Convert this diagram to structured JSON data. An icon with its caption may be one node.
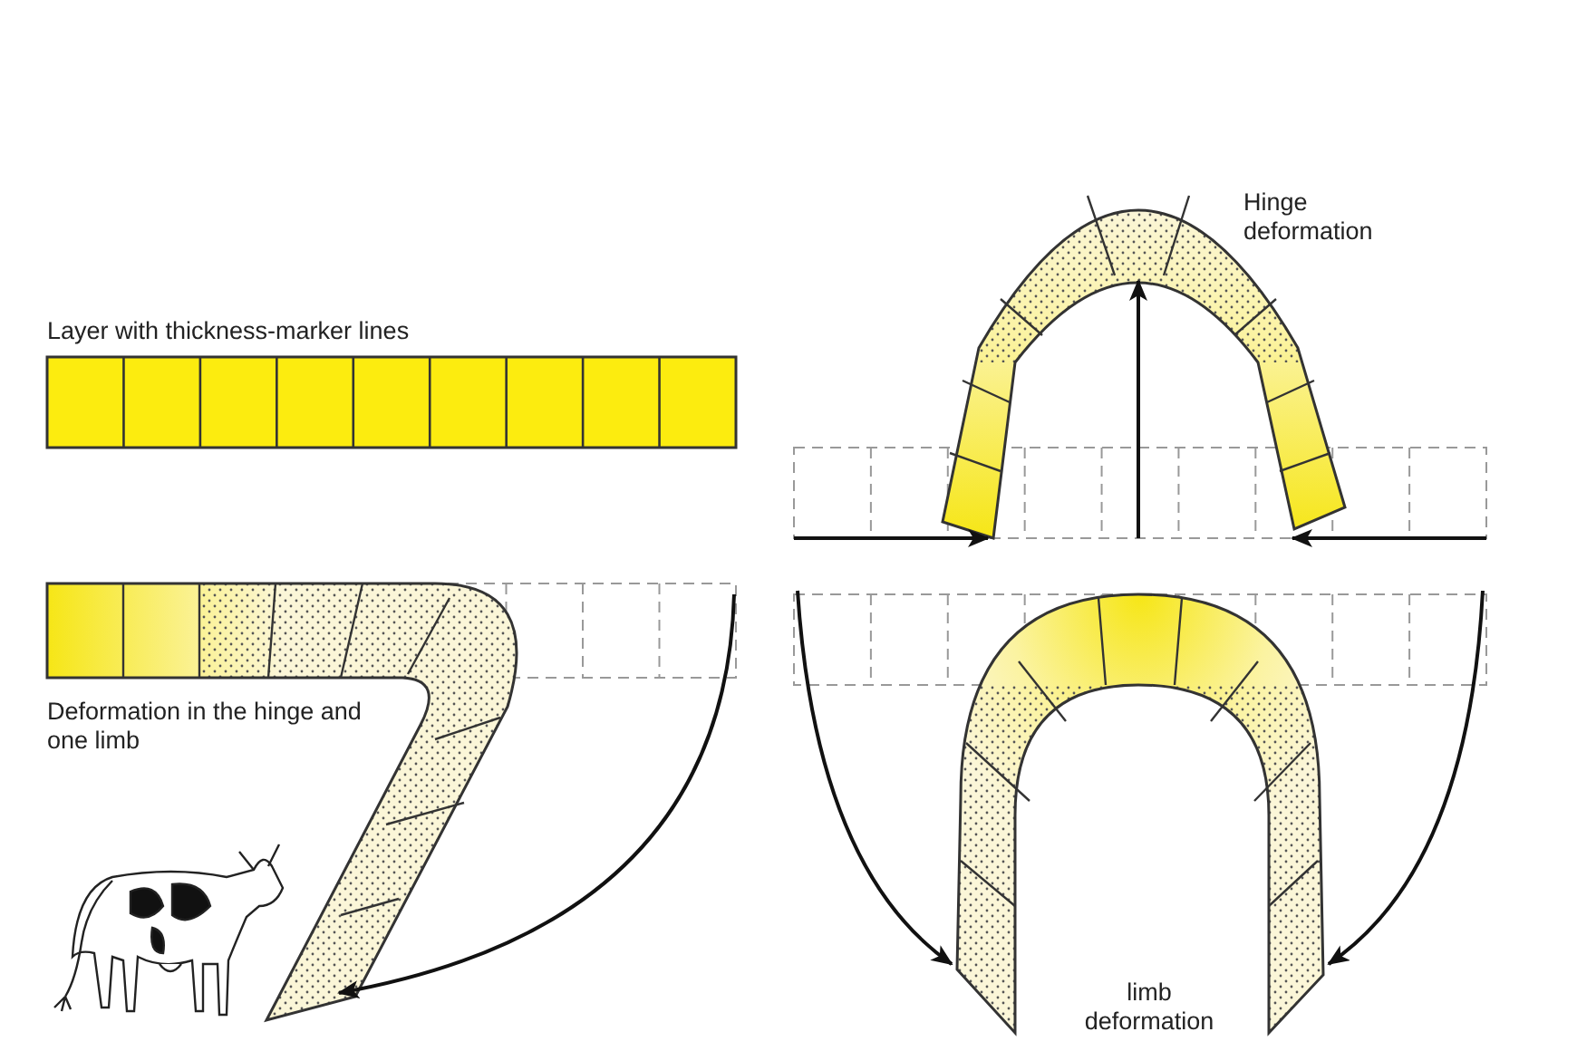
{
  "diagram": {
    "labels": [
      "Hinge deformation",
      "Layer with thickness-marker lines",
      "Deformation in the hinge and one limb",
      "limb deformation"
    ]
  }
}
